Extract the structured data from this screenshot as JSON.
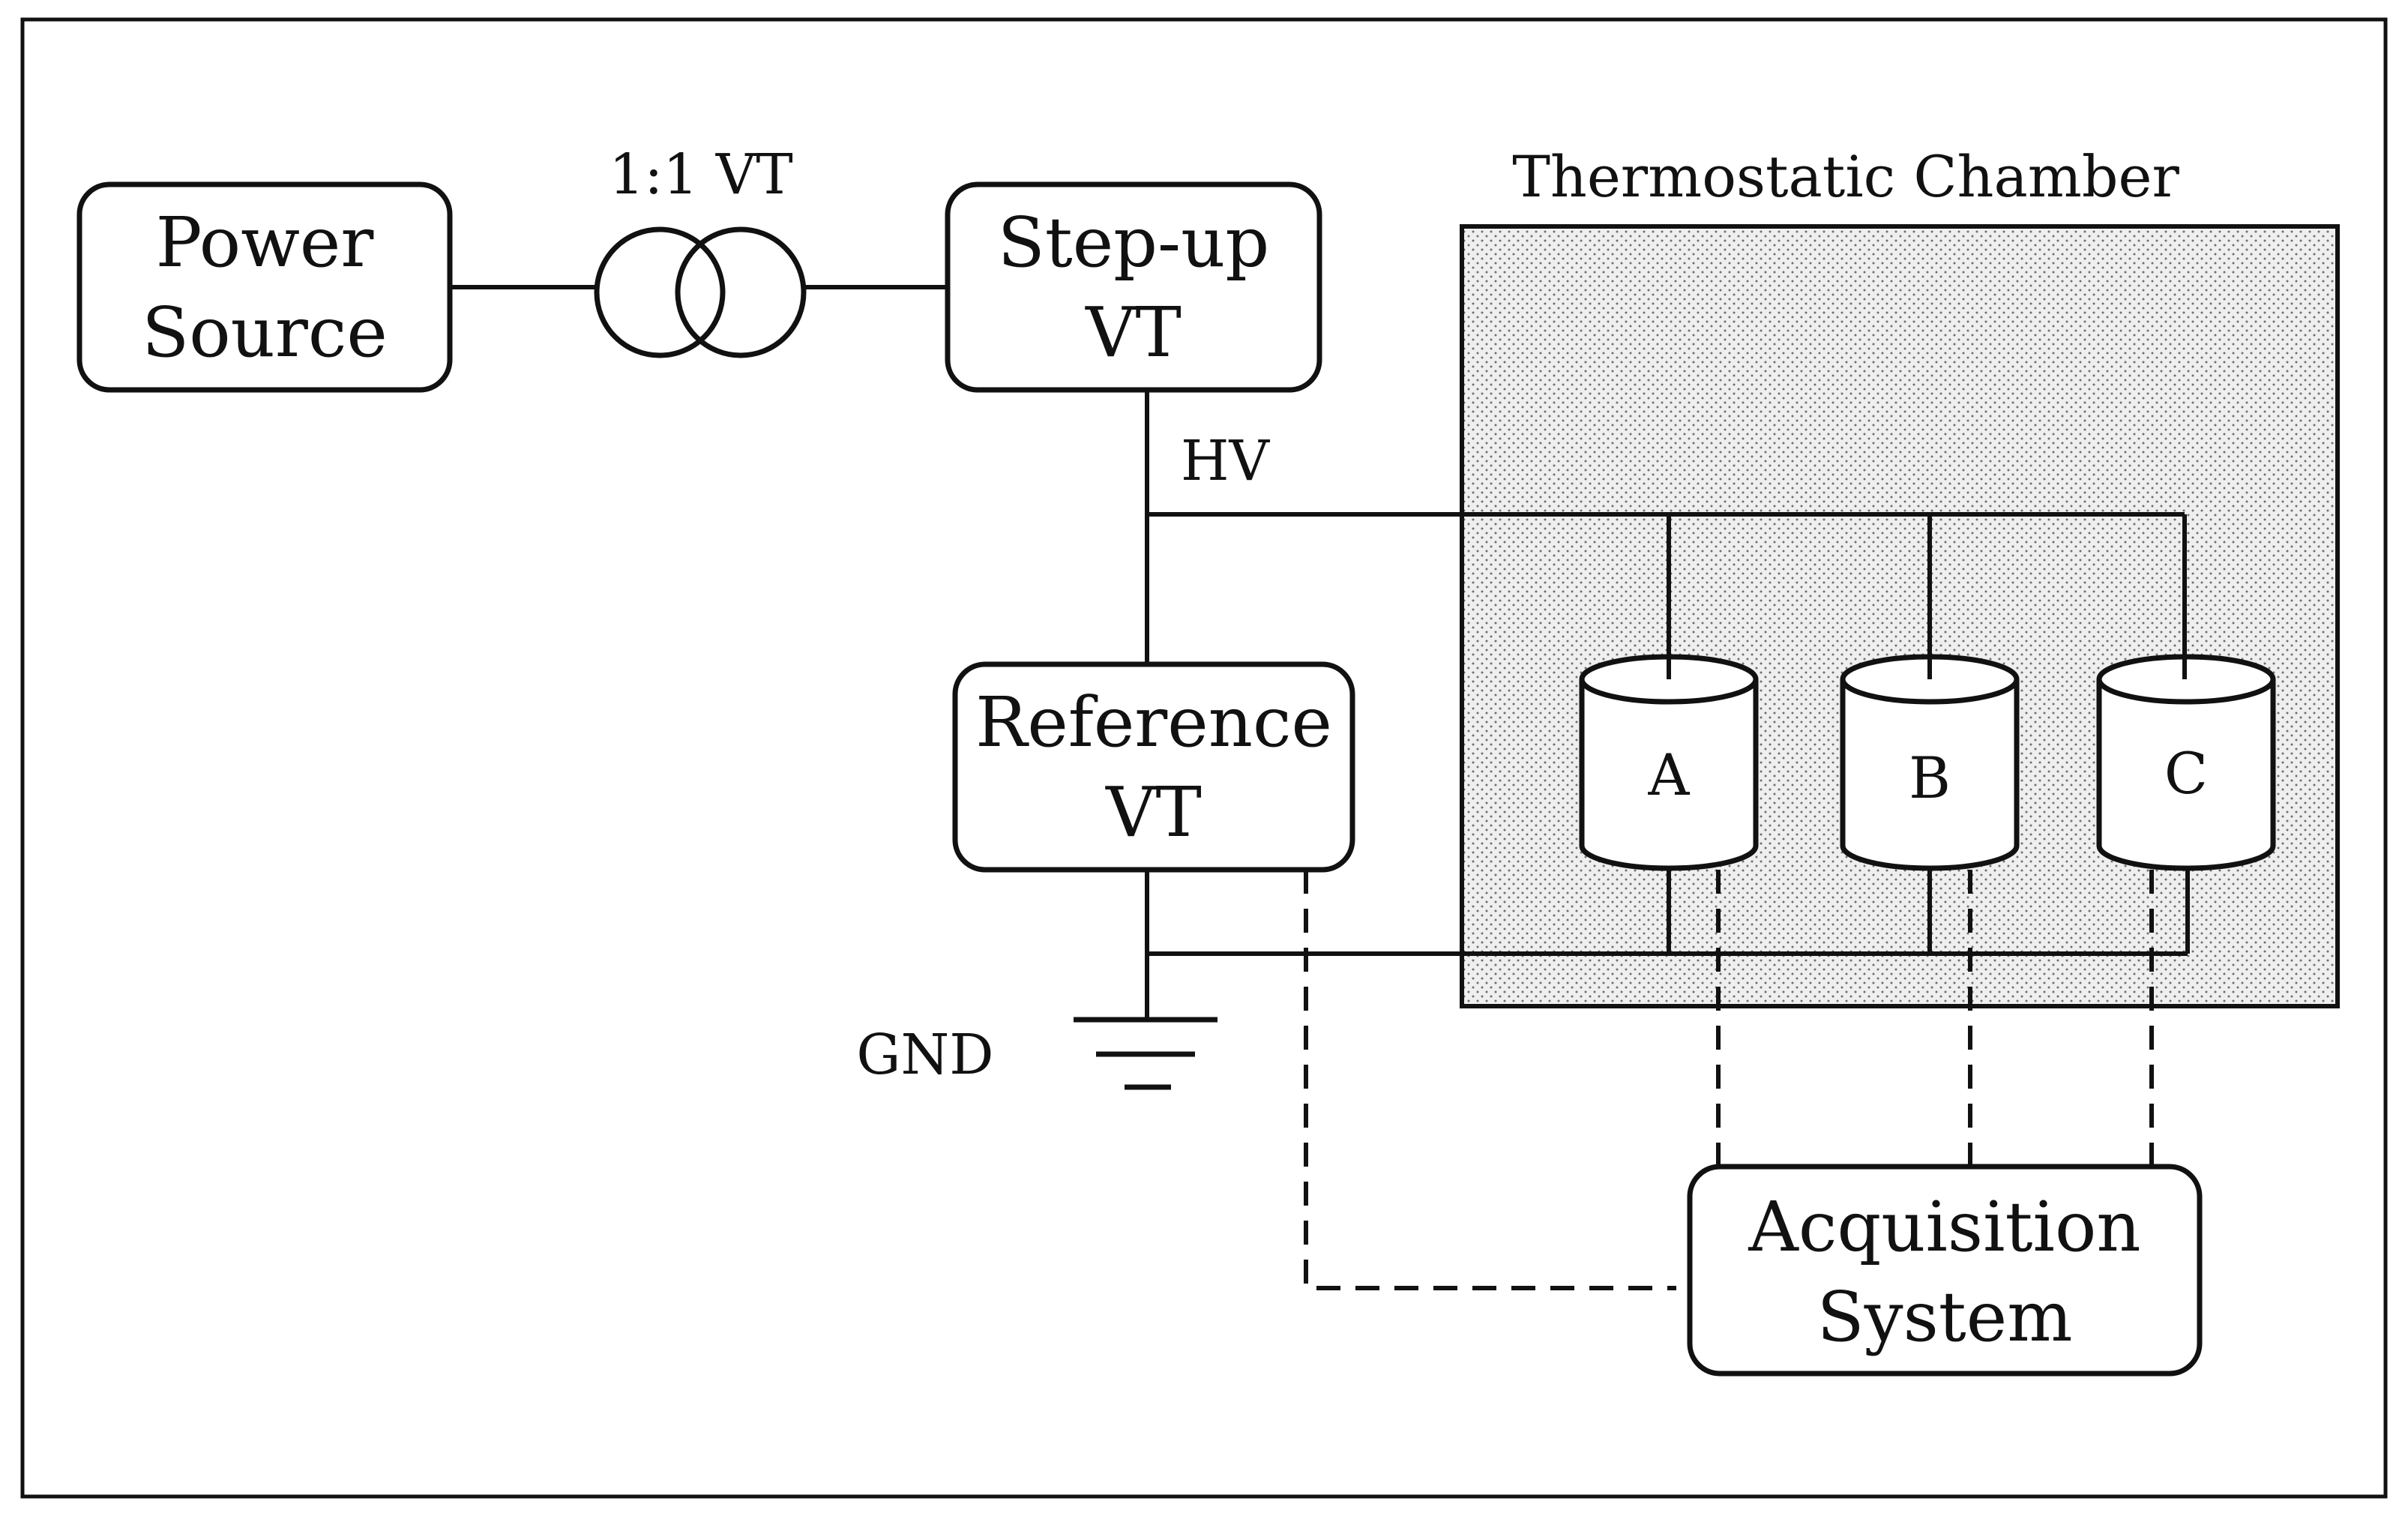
{
  "diagram": {
    "power_source": {
      "line1": "Power",
      "line2": "Source"
    },
    "vt_ratio": "1:1 VT",
    "step_up": {
      "line1": "Step-up",
      "line2": "VT"
    },
    "hv": "HV",
    "reference": {
      "line1": "Reference",
      "line2": "VT"
    },
    "gnd": "GND",
    "chamber_title": "Thermostatic Chamber",
    "samples": [
      "A",
      "B",
      "C"
    ],
    "acquisition": {
      "line1": "Acquisition",
      "line2": "System"
    }
  },
  "colors": {
    "stroke": "#111111",
    "background": "#ffffff",
    "chamber_dots": "#6f6f6f"
  }
}
